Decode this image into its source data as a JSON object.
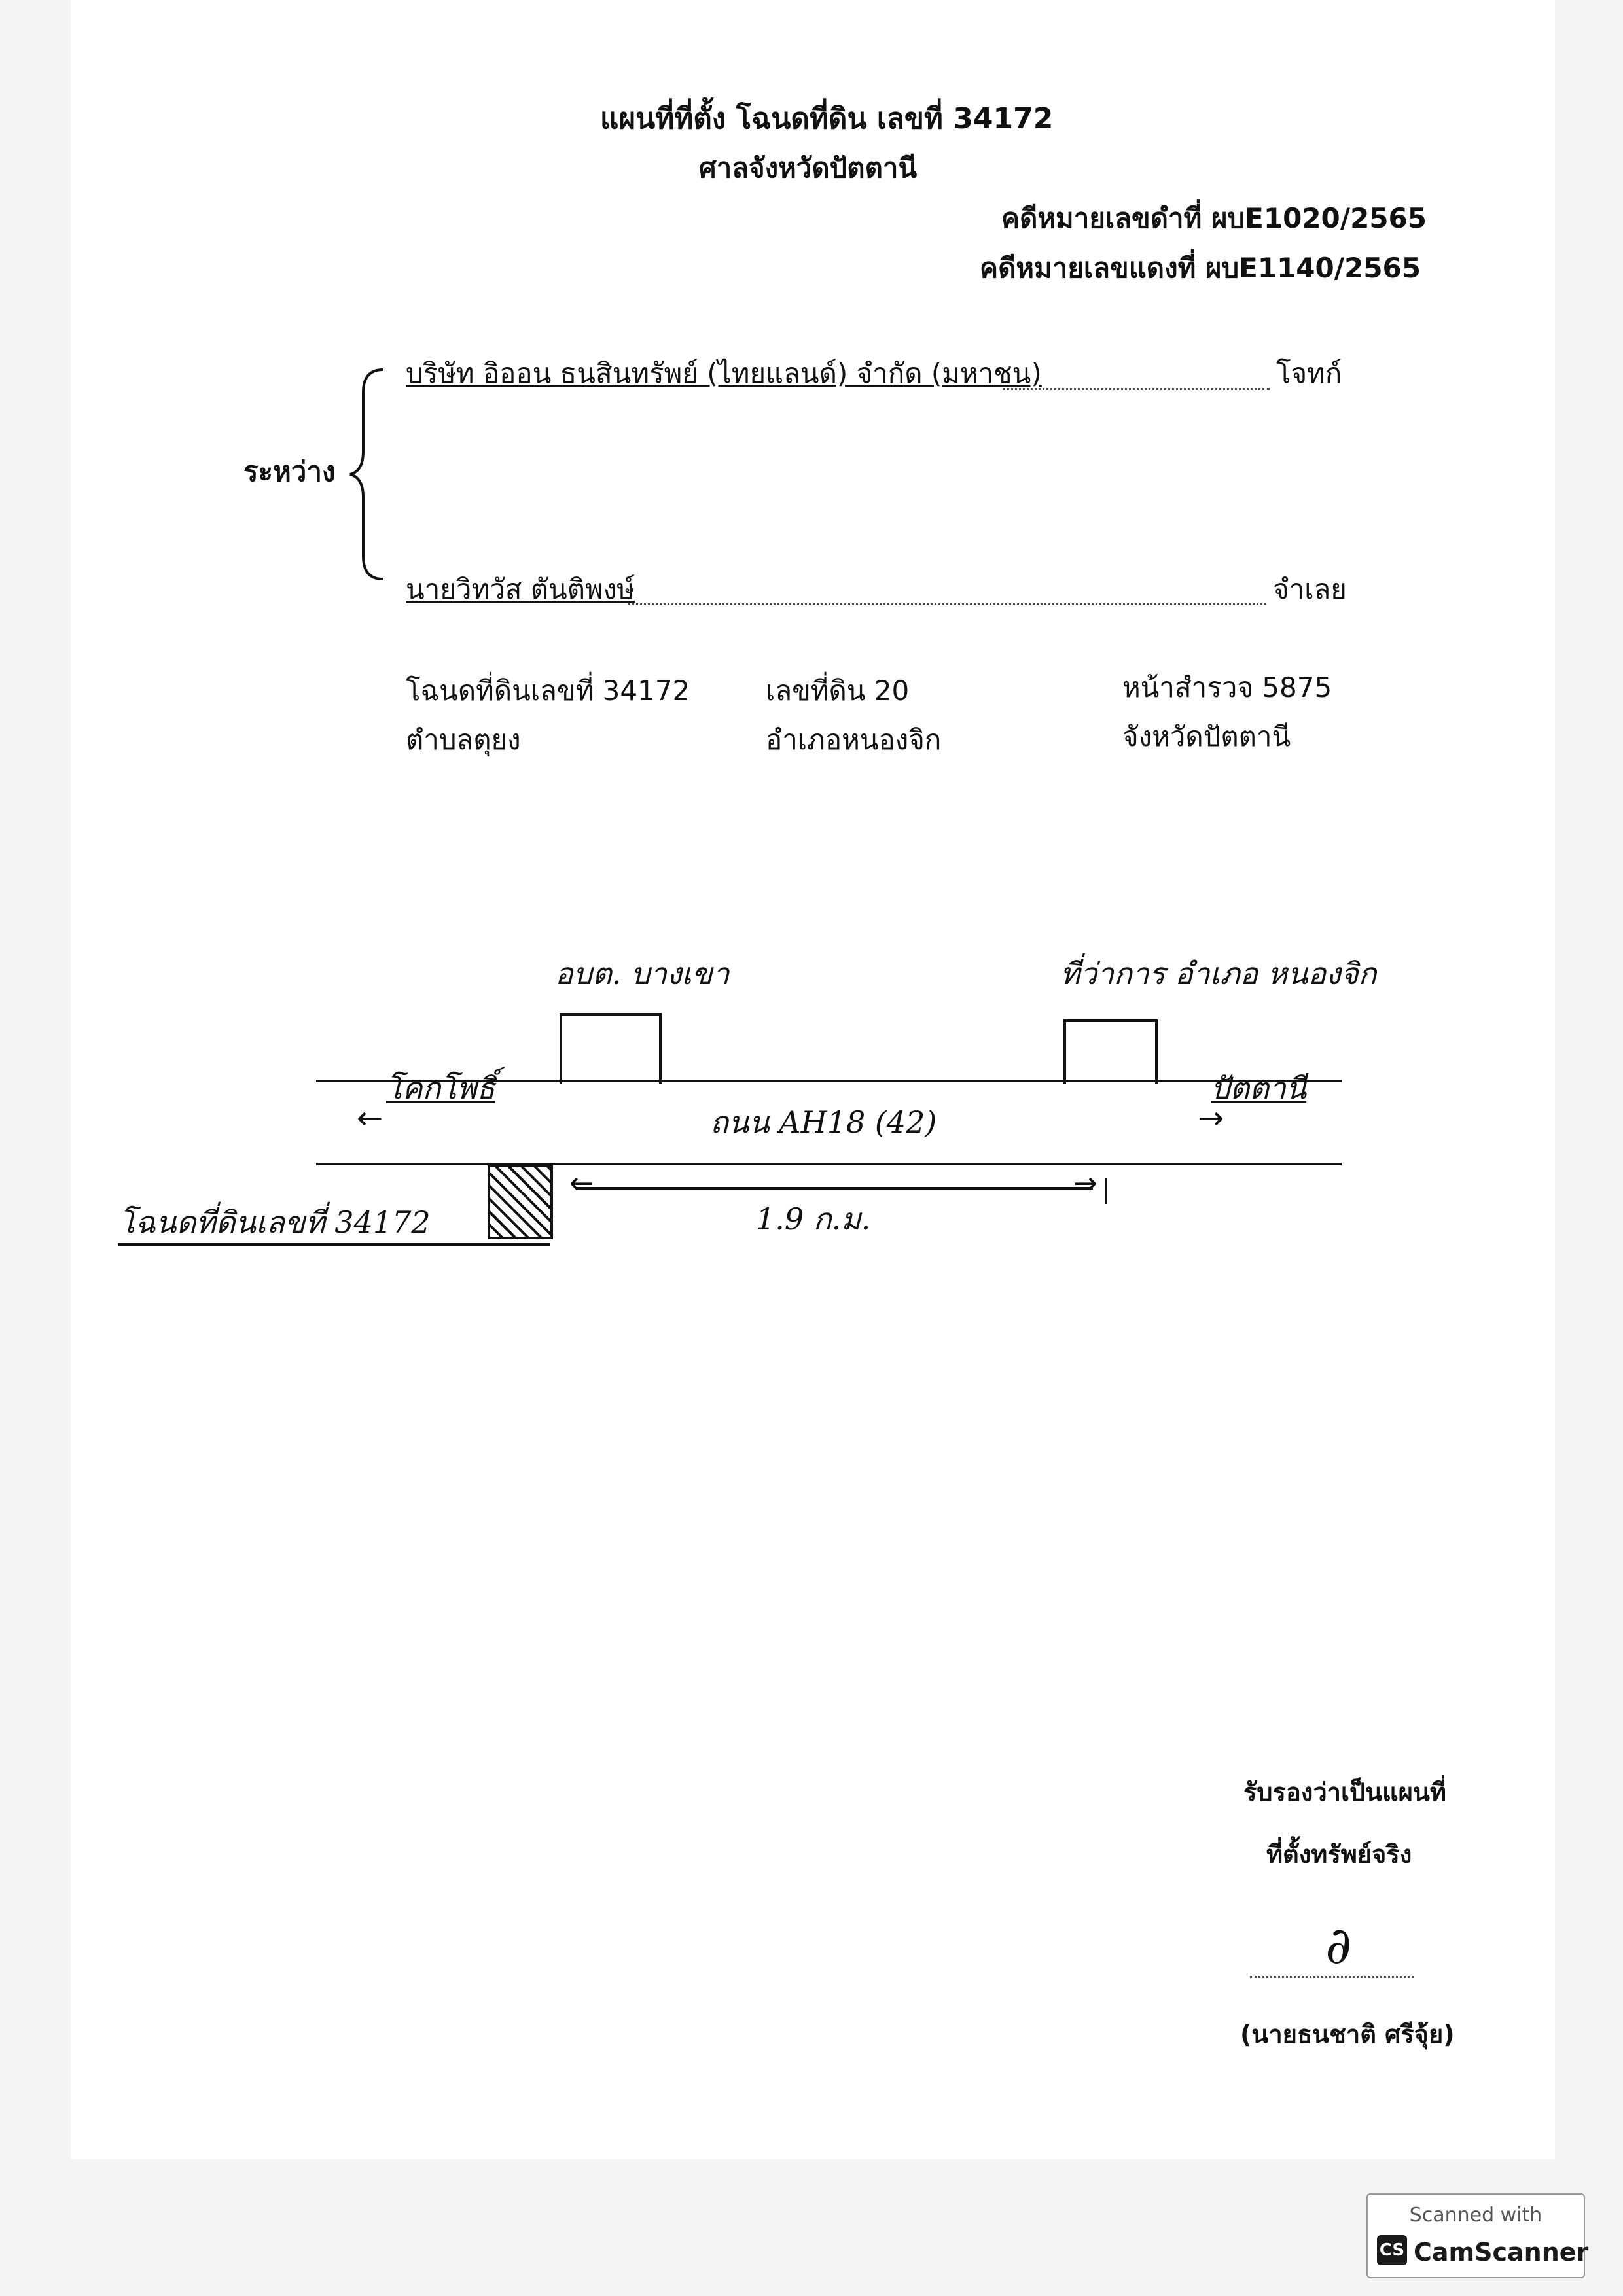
{
  "header": {
    "title": "แผนที่ที่ตั้ง โฉนดที่ดิน เลขที่  34172",
    "court": "ศาลจังหวัดปัตตานี",
    "black_case": "คดีหมายเลขดำที่ ผบE1020/2565",
    "red_case": "คดีหมายเลขแดงที่  ผบE1140/2565"
  },
  "parties": {
    "between_label": "ระหว่าง",
    "plaintiff_name": "บริษัท อิออน ธนสินทรัพย์ (ไทยแลนด์) จำกัด (มหาชน)",
    "plaintiff_role": "โจทก์",
    "defendant_name": "นายวิทวัส  ตันติพงษ์",
    "defendant_role": "จำเลย"
  },
  "property": {
    "deed_no": "โฉนดที่ดินเลขที่ 34172",
    "land_no": "เลขที่ดิน 20",
    "survey_page": "หน้าสำรวจ  5875",
    "subdistrict": "ตำบลตุยง",
    "district": "อำเภอหนองจิก",
    "province": "จังหวัดปัตตานี"
  },
  "map": {
    "left_building": "อบต. บางเขา",
    "right_building": "ที่ว่าการ อำเภอ หนองจิก",
    "left_direction": "โคกโพธิ์",
    "right_direction": "ปัตตานี",
    "road": "ถนน AH18 (42)",
    "distance": "1.9 ก.ม.",
    "parcel": "โฉนดที่ดินเลขที่ 34172",
    "arrow_left": "←",
    "arrow_right": "→"
  },
  "certify": {
    "line1": "รับรองว่าเป็นแผนที่",
    "line2": "ที่ตั้งทรัพย์จริง",
    "signature": "∂",
    "signer": "(นายธนชาติ  ศรีจุ้ย)"
  },
  "scanner": {
    "top": "Scanned with",
    "logo": "CS",
    "name": "CamScanner"
  }
}
